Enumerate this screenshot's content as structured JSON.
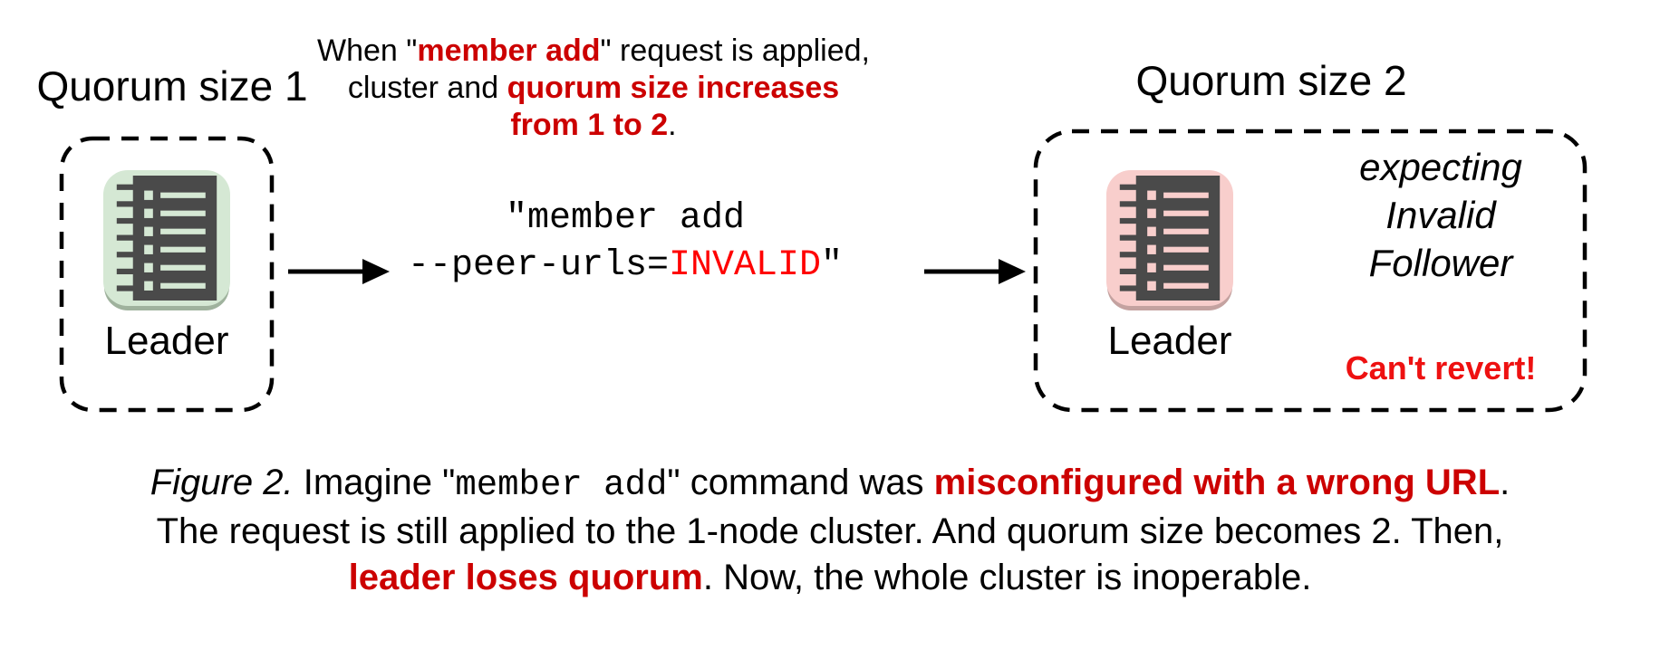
{
  "colors": {
    "background": "#ffffff",
    "text": "#000000",
    "red_bold": "#cc0000",
    "red_invalid": "#ff0000",
    "red_alert": "#ee1111",
    "node_green": "#d5e8d4",
    "node_green_shadow": "#9fb29d",
    "node_pink": "#f8cecc",
    "node_pink_shadow": "#c4a2a0",
    "icon_dark": "#4a4a4a"
  },
  "left_cluster": {
    "title": "Quorum size 1",
    "node_label": "Leader",
    "icon": "etcd-ledger-icon"
  },
  "right_cluster": {
    "title": "Quorum size 2",
    "node_label": "Leader",
    "note_line1": "expecting",
    "note_line2": "Invalid",
    "note_line3": "Follower",
    "alert": "Can't revert!",
    "icon": "etcd-ledger-icon"
  },
  "annotation": {
    "line1_pre": "When \"",
    "line1_red": "member add",
    "line1_post": "\" request is applied,",
    "line2_pre": "cluster and ",
    "line2_red": "quorum size increases",
    "line3_red": "from 1 to 2",
    "line3_post": "."
  },
  "command": {
    "line1": "\"member add",
    "line2_flag": "--peer-urls=",
    "line2_value": "INVALID",
    "line2_quote": "\""
  },
  "caption": {
    "figure_label": "Figure 2.",
    "l1_a": " Imagine \"",
    "l1_mono": "member add",
    "l1_b": "\" command was ",
    "l1_red": "misconfigured with a wrong URL",
    "l1_c": ".",
    "line2": "The request is still applied to the 1-node cluster. And quorum size becomes 2. Then,",
    "l3_red": "leader loses quorum",
    "l3_post": ". Now, the whole cluster is inoperable."
  }
}
